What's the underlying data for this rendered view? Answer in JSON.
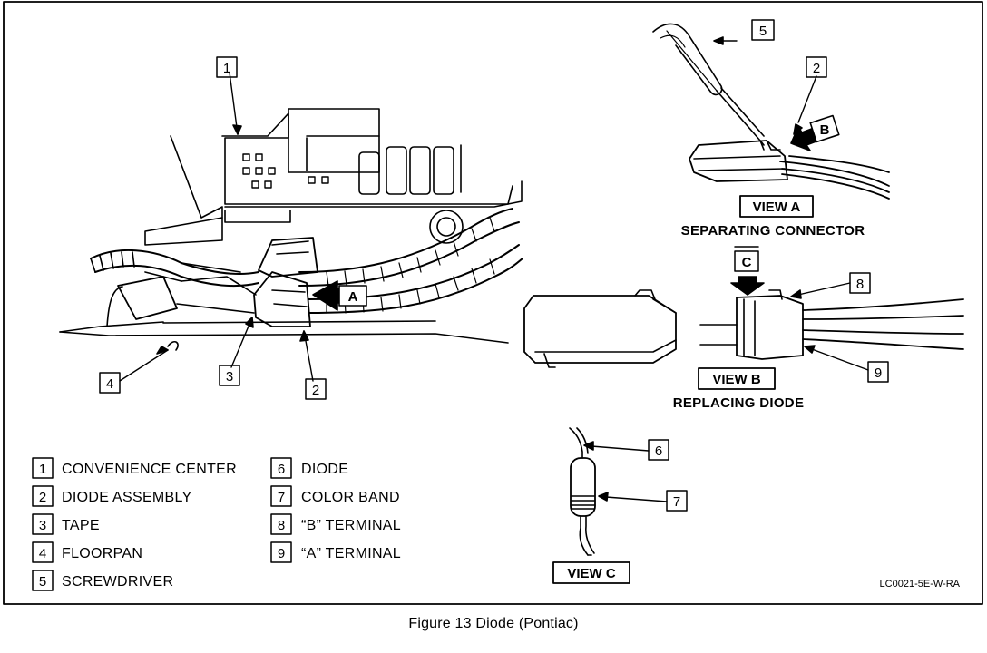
{
  "callouts": {
    "c1": "1",
    "c2_top": "2",
    "c2_bottom": "2",
    "c3": "3",
    "c4": "4",
    "c5": "5",
    "c6": "6",
    "c7": "7",
    "c8": "8",
    "c9": "9"
  },
  "arrows": {
    "a": "A",
    "b": "B",
    "c": "C"
  },
  "views": {
    "view_a": {
      "label": "VIEW A",
      "subtitle": "SEPARATING CONNECTOR"
    },
    "view_b": {
      "label": "VIEW B",
      "subtitle": "REPLACING DIODE"
    },
    "view_c": {
      "label": "VIEW C"
    }
  },
  "legend": [
    {
      "num": "1",
      "text": "CONVENIENCE CENTER"
    },
    {
      "num": "2",
      "text": "DIODE ASSEMBLY"
    },
    {
      "num": "3",
      "text": "TAPE"
    },
    {
      "num": "4",
      "text": "FLOORPAN"
    },
    {
      "num": "5",
      "text": "SCREWDRIVER"
    },
    {
      "num": "6",
      "text": "DIODE"
    },
    {
      "num": "7",
      "text": "COLOR BAND"
    },
    {
      "num": "8",
      "text": "“B” TERMINAL"
    },
    {
      "num": "9",
      "text": "“A” TERMINAL"
    }
  ],
  "drawing_code": "LC0021-5E-W-RA",
  "caption": "Figure 13 Diode (Pontiac)"
}
